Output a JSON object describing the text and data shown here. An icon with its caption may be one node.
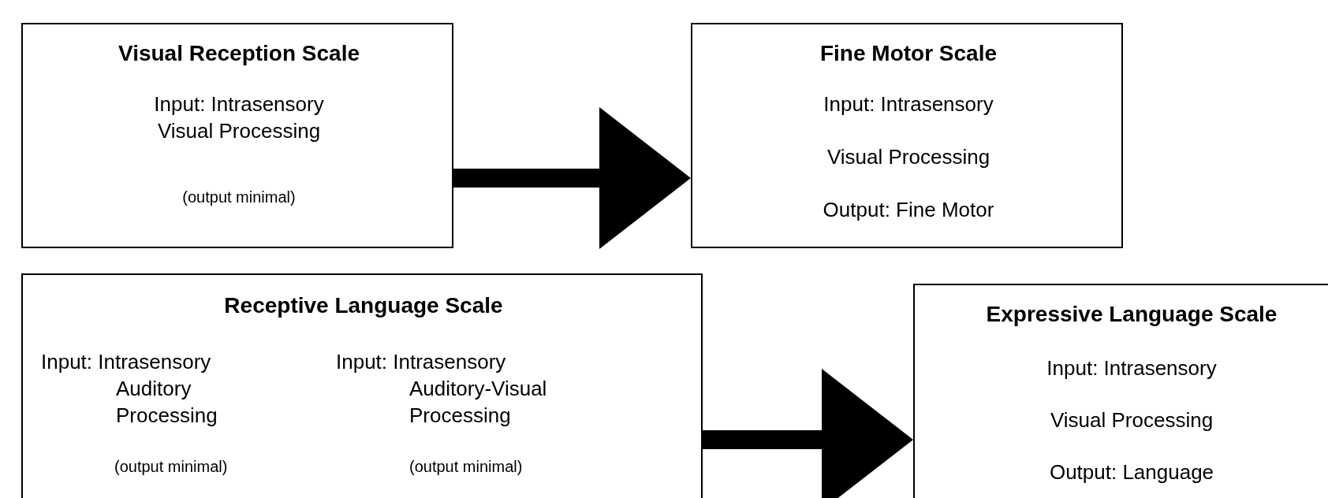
{
  "diagram": {
    "nodes": [
      {
        "text": [
          "Visual Reception Scale",
          "Input: Intrasensory Visual Processing",
          "(output minimal)"
        ]
      },
      {
        "text": [
          "Fine Motor Scale",
          "Input: Intrasensory",
          "Visual Processing",
          "Output: Fine Motor"
        ]
      },
      {
        "text": [
          "Receptive Language Scale",
          "Input: Intrasensory Auditory Processing",
          "(output minimal)",
          "Input: Intrasensory Auditory-Visual Processing",
          "(output minimal)"
        ]
      },
      {
        "text": [
          "Expressive Language Scale",
          "Input: Intrasensory",
          "Visual Processing",
          "Output: Language"
        ]
      }
    ],
    "edges": [
      {
        "from": 0,
        "to": 1,
        "arrow": "to"
      },
      {
        "from": 2,
        "to": 3,
        "arrow": "to"
      }
    ]
  }
}
